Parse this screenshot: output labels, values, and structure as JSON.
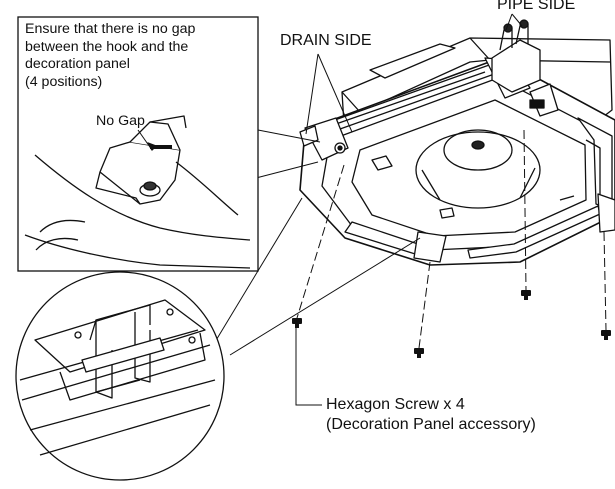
{
  "callout": {
    "lines": [
      "Ensure that there is no gap",
      "between the hook and the",
      "decoration panel",
      "(4 positions)"
    ],
    "no_gap": "No Gap"
  },
  "labels": {
    "drain_side": "DRAIN SIDE",
    "pipe_side": "PIPE SIDE"
  },
  "screw_note": {
    "line1": "Hexagon Screw x 4",
    "line2": "(Decoration Panel accessory)"
  },
  "screw_count": 4,
  "colors": {
    "ink": "#111111",
    "paper": "#ffffff",
    "shade": "#d9d9d9"
  }
}
